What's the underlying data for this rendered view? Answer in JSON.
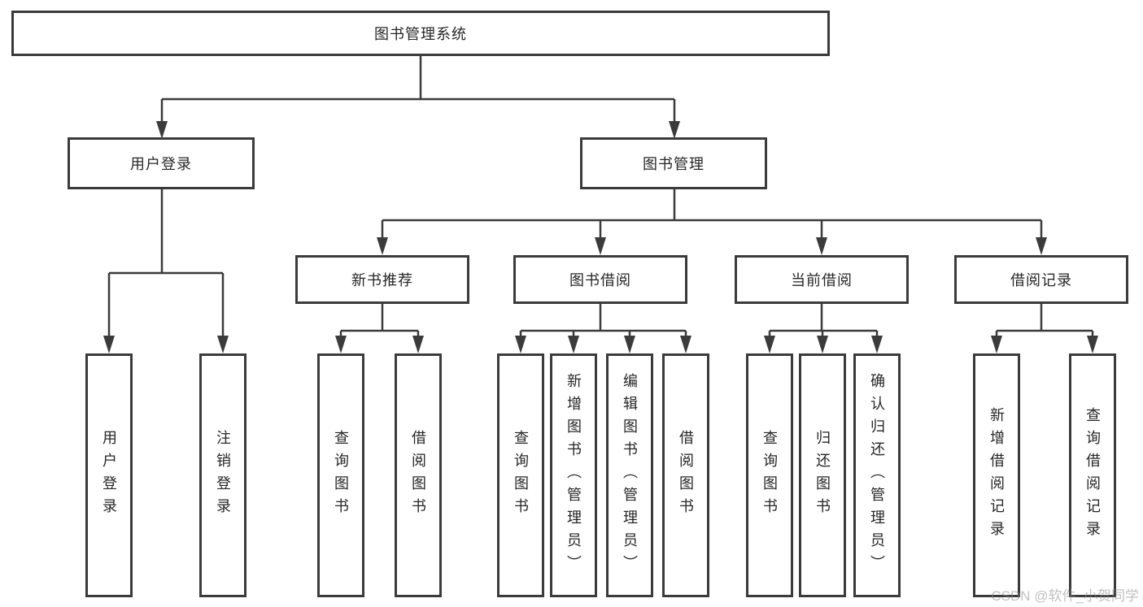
{
  "diagram": {
    "root": "图书管理系统",
    "level2": {
      "user_login": "用户登录",
      "book_mgmt": "图书管理"
    },
    "level3": {
      "new_book": "新书推荐",
      "book_borrow": "图书借阅",
      "current_borrow": "当前借阅",
      "borrow_record": "借阅记录"
    },
    "leaves": {
      "user_login": [
        "用户登录",
        "注销登录"
      ],
      "new_book": [
        "查询图书",
        "借阅图书"
      ],
      "book_borrow": [
        "查询图书",
        "新增图书（管理员）",
        "编辑图书（管理员）",
        "借阅图书"
      ],
      "current_borrow": [
        "查询图书",
        "归还图书",
        "确认归还（管理员）"
      ],
      "borrow_record": [
        "新增借阅记录",
        "查询借阅记录"
      ]
    }
  },
  "watermark": "CSDN @软件_小贺同学",
  "colors": {
    "line": "#3b3b3b",
    "text": "#262626",
    "watermark": "#8c8c8c",
    "background": "#ffffff"
  }
}
